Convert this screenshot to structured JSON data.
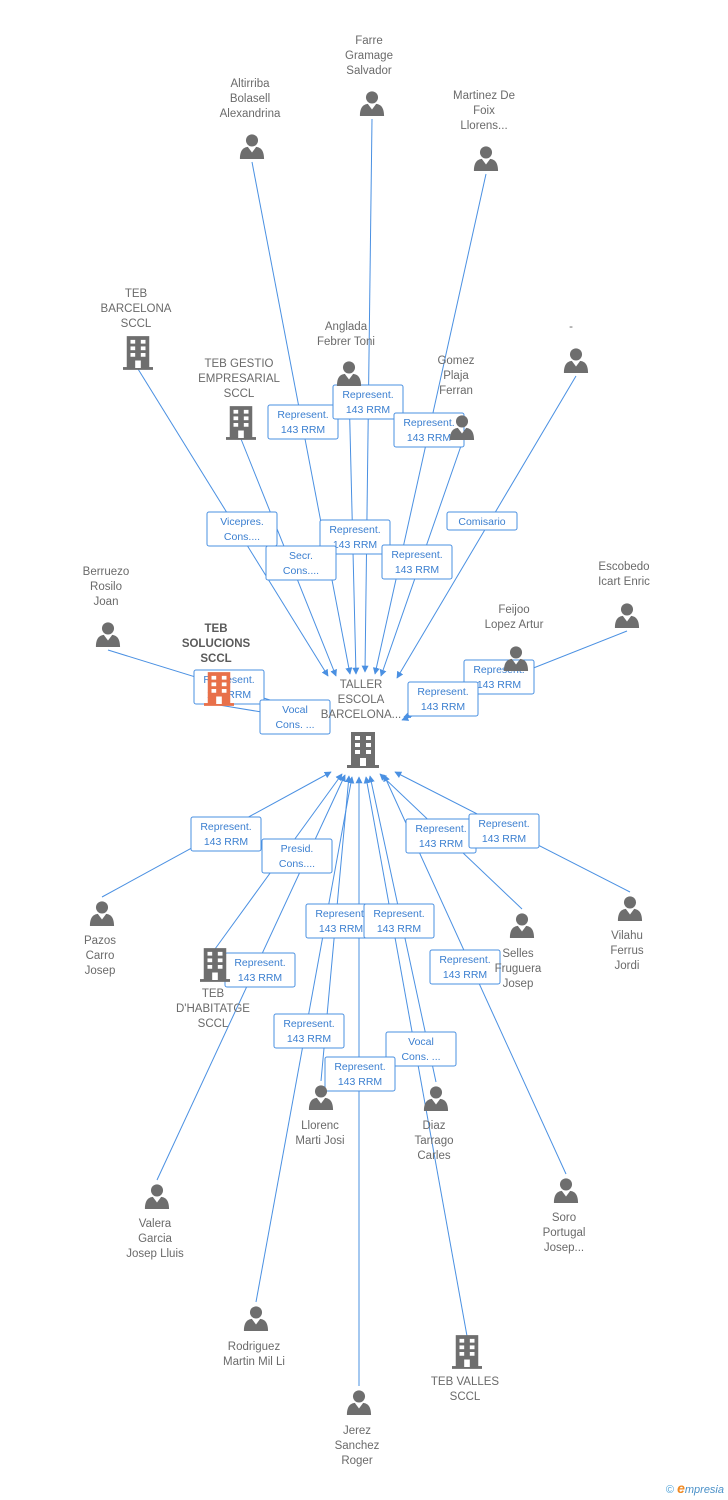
{
  "center": {
    "label": [
      "TALLER",
      "ESCOLA",
      "BARCELONA..."
    ]
  },
  "nodes": [
    {
      "id": "farre",
      "kind": "person",
      "label": [
        "Farre",
        "Gramage",
        "Salvador"
      ]
    },
    {
      "id": "altirriba",
      "kind": "person",
      "label": [
        "Altirriba",
        "Bolasell",
        "Alexandrina"
      ]
    },
    {
      "id": "martinez",
      "kind": "person",
      "label": [
        "Martinez De",
        "Foix",
        "Llorens..."
      ]
    },
    {
      "id": "teb_barcelona",
      "kind": "company",
      "label": [
        "TEB",
        "BARCELONA",
        "SCCL"
      ]
    },
    {
      "id": "anglada",
      "kind": "person",
      "label": [
        "Anglada",
        "Febrer Toni"
      ]
    },
    {
      "id": "dash",
      "kind": "person",
      "label": [
        "-"
      ]
    },
    {
      "id": "teb_gestio",
      "kind": "company",
      "label": [
        "TEB GESTIO",
        "EMPRESARIAL",
        "SCCL"
      ]
    },
    {
      "id": "gomez",
      "kind": "person",
      "label": [
        "Gomez",
        "Plaja",
        "Ferran"
      ]
    },
    {
      "id": "berruezo",
      "kind": "person",
      "label": [
        "Berruezo",
        "Rosilo",
        "Joan"
      ]
    },
    {
      "id": "teb_solucions",
      "kind": "company-highlight",
      "label": [
        "TEB",
        "SOLUCIONS",
        "SCCL"
      ]
    },
    {
      "id": "escobedo",
      "kind": "person",
      "label": [
        "Escobedo",
        "Icart Enric"
      ]
    },
    {
      "id": "feijoo",
      "kind": "person",
      "label": [
        "Feijoo",
        "Lopez Artur"
      ]
    },
    {
      "id": "pazos",
      "kind": "person",
      "label": [
        "Pazos",
        "Carro",
        "Josep"
      ]
    },
    {
      "id": "teb_habitatge",
      "kind": "company",
      "label": [
        "TEB",
        "D'HABITATGE",
        "SCCL"
      ]
    },
    {
      "id": "selles",
      "kind": "person",
      "label": [
        "Selles",
        "Fruguera",
        "Josep"
      ]
    },
    {
      "id": "vilahu",
      "kind": "person",
      "label": [
        "Vilahu",
        "Ferrus",
        "Jordi"
      ]
    },
    {
      "id": "llorenc",
      "kind": "person",
      "label": [
        "Llorenc",
        "Marti Josi"
      ]
    },
    {
      "id": "diaz",
      "kind": "person",
      "label": [
        "Diaz",
        "Tarrago",
        "Carles"
      ]
    },
    {
      "id": "valera",
      "kind": "person",
      "label": [
        "Valera",
        "Garcia",
        "Josep Lluis"
      ]
    },
    {
      "id": "soro",
      "kind": "person",
      "label": [
        "Soro",
        "Portugal",
        "Josep..."
      ]
    },
    {
      "id": "rodriguez",
      "kind": "person",
      "label": [
        "Rodriguez",
        "Martin Mil Li"
      ]
    },
    {
      "id": "teb_valles",
      "kind": "company",
      "label": [
        "TEB VALLES",
        "SCCL"
      ]
    },
    {
      "id": "jerez",
      "kind": "person",
      "label": [
        "Jerez",
        "Sanchez",
        "Roger"
      ]
    }
  ],
  "edges": [
    {
      "from": "altirriba",
      "role": [
        "Represent.",
        "143 RRM"
      ]
    },
    {
      "from": "farre",
      "role": [
        "Represent.",
        "143 RRM"
      ]
    },
    {
      "from": "martinez",
      "role": [
        "Represent.",
        "143 RRM"
      ]
    },
    {
      "from": "teb_barcelona",
      "role": [
        "Vicepres.",
        "Cons...."
      ]
    },
    {
      "from": "anglada",
      "role": [
        "Represent.",
        "143 RRM"
      ]
    },
    {
      "from": "dash",
      "role": [
        "Comisario"
      ]
    },
    {
      "from": "teb_gestio",
      "role": [
        "Secr.",
        "Cons...."
      ]
    },
    {
      "from": "gomez",
      "role": [
        "Represent.",
        "143 RRM"
      ]
    },
    {
      "from": "berruezo",
      "role": [
        "Represent.",
        "143 RRM"
      ]
    },
    {
      "from": "teb_solucions",
      "role": [
        "Vocal",
        "Cons. ..."
      ]
    },
    {
      "from": "escobedo",
      "role": [
        "Represent.",
        "143 RRM"
      ]
    },
    {
      "from": "feijoo",
      "role": [
        "Represent.",
        "143 RRM"
      ]
    },
    {
      "from": "pazos",
      "role": [
        "Represent.",
        "143 RRM"
      ]
    },
    {
      "from": "teb_habitatge",
      "role": [
        "Presid.",
        "Cons...."
      ]
    },
    {
      "from": "selles",
      "role": [
        "Represent.",
        "143 RRM"
      ]
    },
    {
      "from": "vilahu",
      "role": [
        "Represent.",
        "143 RRM"
      ]
    },
    {
      "from": "llorenc",
      "role": [
        "Represent.",
        "143 RRM"
      ]
    },
    {
      "from": "diaz",
      "role": [
        "Represent.",
        "143 RRM"
      ]
    },
    {
      "from": "valera",
      "role": [
        "Represent.",
        "143 RRM"
      ]
    },
    {
      "from": "soro",
      "role": [
        "Represent.",
        "143 RRM"
      ]
    },
    {
      "from": "rodriguez",
      "role": [
        "Represent.",
        "143 RRM"
      ]
    },
    {
      "from": "teb_valles",
      "role": [
        "Vocal",
        "Cons. ..."
      ]
    },
    {
      "from": "jerez",
      "role": [
        "Represent.",
        "143 RRM"
      ]
    }
  ],
  "colors": {
    "edge": "#4a90e2",
    "icon": "#6e6e6e",
    "highlight": "#e8704a",
    "label": "#6a6a6a"
  },
  "footer": {
    "copyright": "©",
    "brand_initial": "e",
    "brand_rest": "mpresia"
  }
}
